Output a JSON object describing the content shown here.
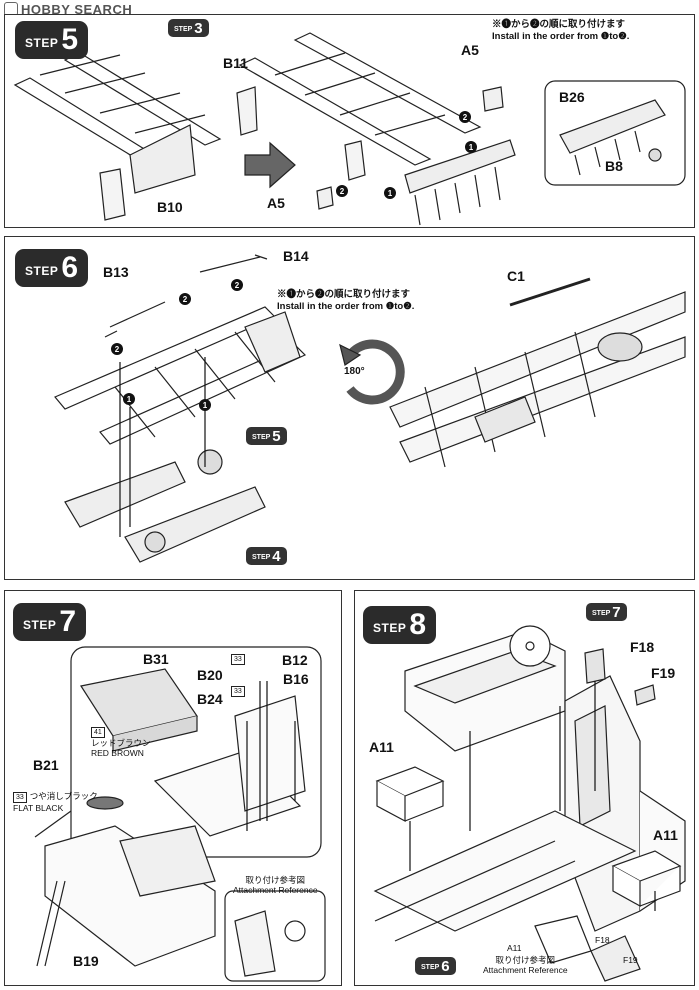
{
  "watermark": "HOBBY SEARCH",
  "step_word": "STEP",
  "steps": {
    "s5": {
      "number": "5",
      "ref": "3",
      "note_jp": "※❶から❷の順に取り付けます",
      "note_en": "Install in the order from ❶to❷.",
      "labels": {
        "b11": "B11",
        "b10": "B10",
        "a5_top": "A5",
        "a5_bottom": "A5",
        "b26": "B26",
        "b8": "B8"
      }
    },
    "s6": {
      "number": "6",
      "ref5": "5",
      "ref4": "4",
      "note_jp": "※❶から❷の順に取り付けます",
      "note_en": "Install in the order from ❶to❷.",
      "rotate": "180°",
      "labels": {
        "b13": "B13",
        "b14": "B14",
        "c1": "C1"
      }
    },
    "s7": {
      "number": "7",
      "labels": {
        "b31": "B31",
        "b20": "B20",
        "b12": "B12",
        "b16": "B16",
        "b24": "B24",
        "b21": "B21",
        "b19": "B19"
      },
      "paint": {
        "red_code": "41",
        "red_jp": "レッドブラウン",
        "red_en": "RED BROWN",
        "flat_code": "33",
        "flat_jp": "つや消しブラック",
        "flat_en": "FLAT BLACK",
        "b20_code": "33",
        "b12_code": "33"
      },
      "ref_jp": "取り付け参考図",
      "ref_en": "Attachment Reference"
    },
    "s8": {
      "number": "8",
      "ref7": "7",
      "ref6": "6",
      "labels": {
        "f18": "F18",
        "f19": "F19",
        "a11_left": "A11",
        "a11_right": "A11"
      },
      "inset": {
        "a11": "A11",
        "f18": "F18",
        "f19": "F19",
        "ref_jp": "取り付け参考図",
        "ref_en": "Attachment Reference"
      }
    }
  }
}
